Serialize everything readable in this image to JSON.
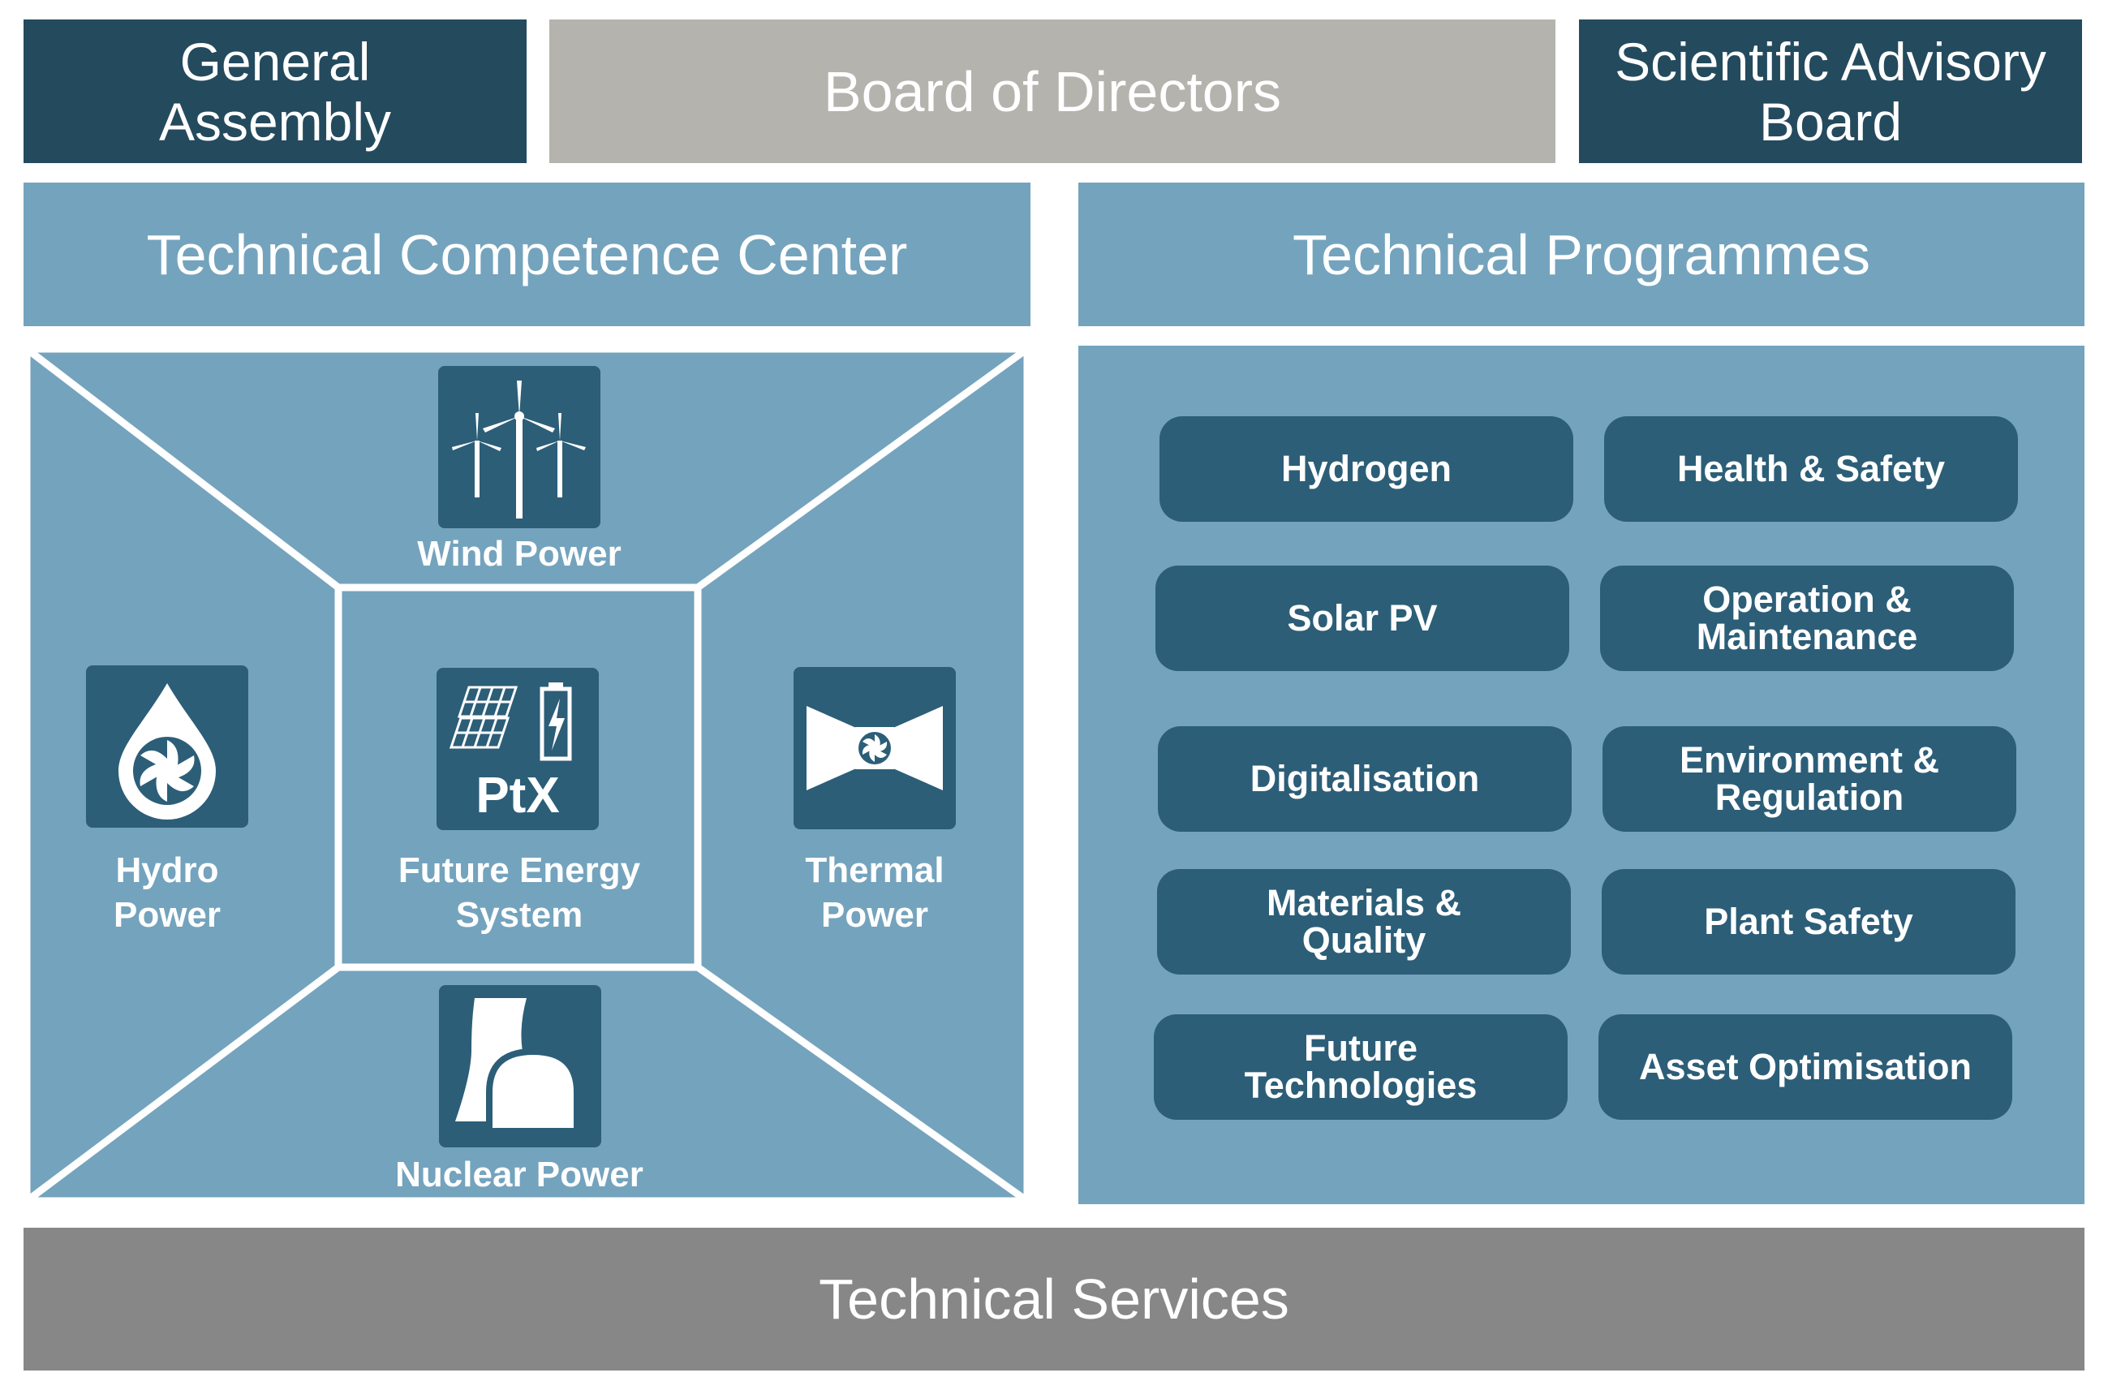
{
  "governance": {
    "general_assembly": "General\nAssembly",
    "board_of_directors": "Board of Directors",
    "scientific_advisory_board": "Scientific Advisory\nBoard"
  },
  "competence_center": {
    "title": "Technical Competence Center",
    "sectors": {
      "wind": "Wind Power",
      "hydro": "Hydro\nPower",
      "future": "Future Energy\nSystem",
      "thermal": "Thermal\nPower",
      "nuclear": "Nuclear Power"
    },
    "ptx_label": "PtX"
  },
  "programmes": {
    "title": "Technical Programmes",
    "items": [
      "Hydrogen",
      "Health & Safety",
      "Solar PV",
      "Operation &\nMaintenance",
      "Digitalisation",
      "Environment &\nRegulation",
      "Materials &\nQuality",
      "Plant Safety",
      "Future\nTechnologies",
      "Asset Optimisation"
    ]
  },
  "services": {
    "title": "Technical Services"
  },
  "icons": {
    "wind": "wind-turbines-icon",
    "hydro": "water-drop-turbine-icon",
    "future": "ptx-solar-battery-icon",
    "thermal": "gas-turbine-icon",
    "nuclear": "cooling-tower-icon"
  },
  "colors": {
    "dark": "#244a5e",
    "tile": "#2c5e78",
    "mid": "#74a3bd",
    "grey": "#b4b3ae",
    "services": "#878787"
  }
}
